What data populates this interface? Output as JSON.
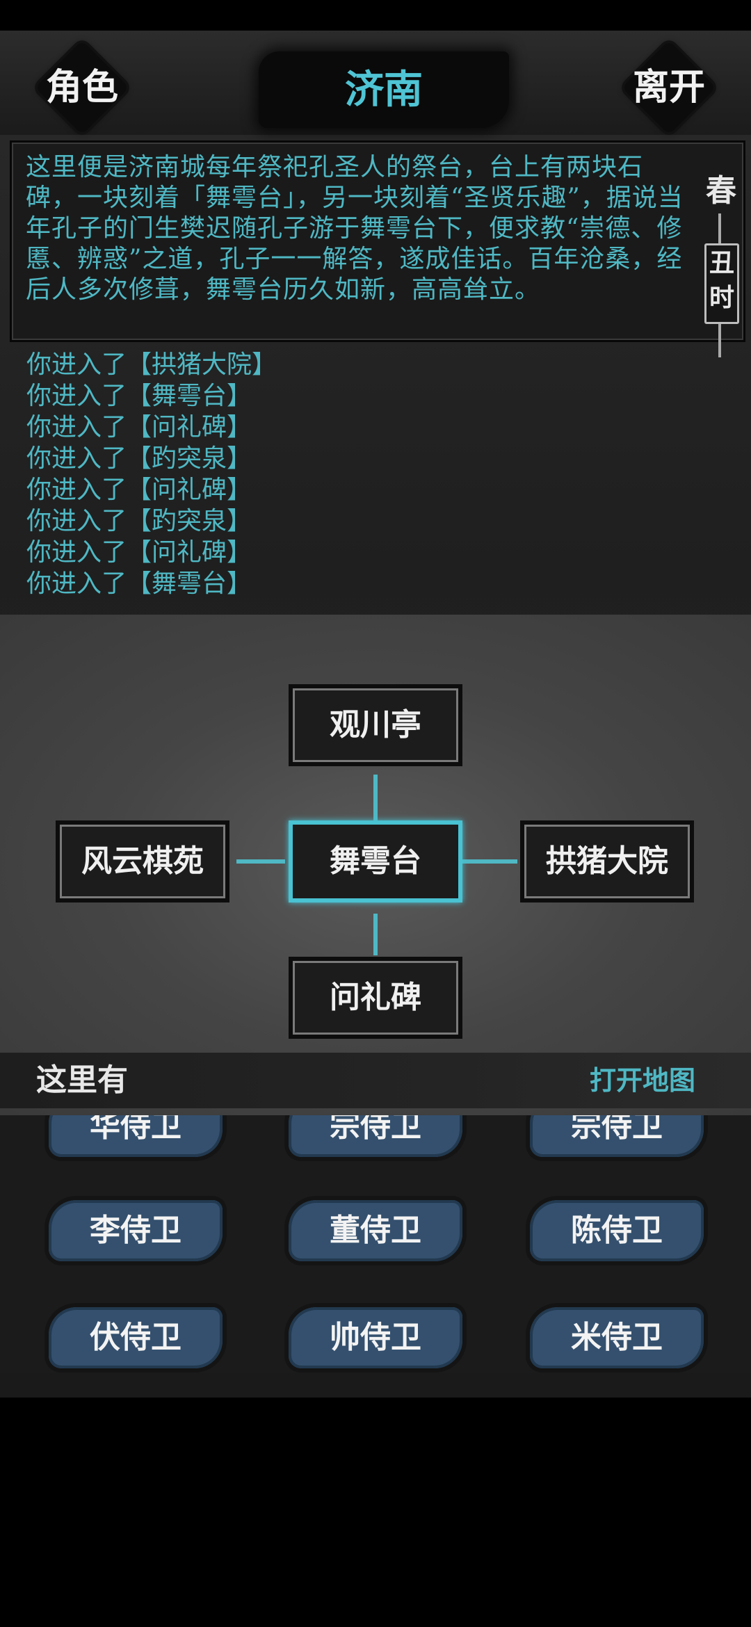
{
  "top": {
    "left_button": "角色",
    "city": "济南",
    "right_button": "离开"
  },
  "description": "这里便是济南城每年祭祀孔圣人的祭台，台上有两块石碑，一块刻着「舞雩台」，另一块刻着“圣贤乐趣”，据说当年孔子的门生樊迟随孔子游于舞雩台下，便求教“崇德、修慝、辨惑”之道，孔子一一解答，遂成佳话。百年沧桑，经后人多次修葺，舞雩台历久如新，高高耸立。",
  "time": {
    "season": "春",
    "hour_1": "丑",
    "hour_2": "时"
  },
  "log": [
    "你进入了【拱猪大院】",
    "你进入了【舞雩台】",
    "你进入了【问礼碑】",
    "你进入了【趵突泉】",
    "你进入了【问礼碑】",
    "你进入了【趵突泉】",
    "你进入了【问礼碑】",
    "你进入了【舞雩台】"
  ],
  "map": {
    "north": "观川亭",
    "west": "风云棋苑",
    "center": "舞雩台",
    "east": "拱猪大院",
    "south": "问礼碑"
  },
  "here": {
    "label": "这里有",
    "open_map": "打开地图"
  },
  "npcs": [
    "华侍卫",
    "宗侍卫",
    "宗侍卫",
    "李侍卫",
    "董侍卫",
    "陈侍卫",
    "伏侍卫",
    "帅侍卫",
    "米侍卫"
  ],
  "colors": {
    "accent": "#4fb8c4",
    "npc_button": "#34506e"
  }
}
